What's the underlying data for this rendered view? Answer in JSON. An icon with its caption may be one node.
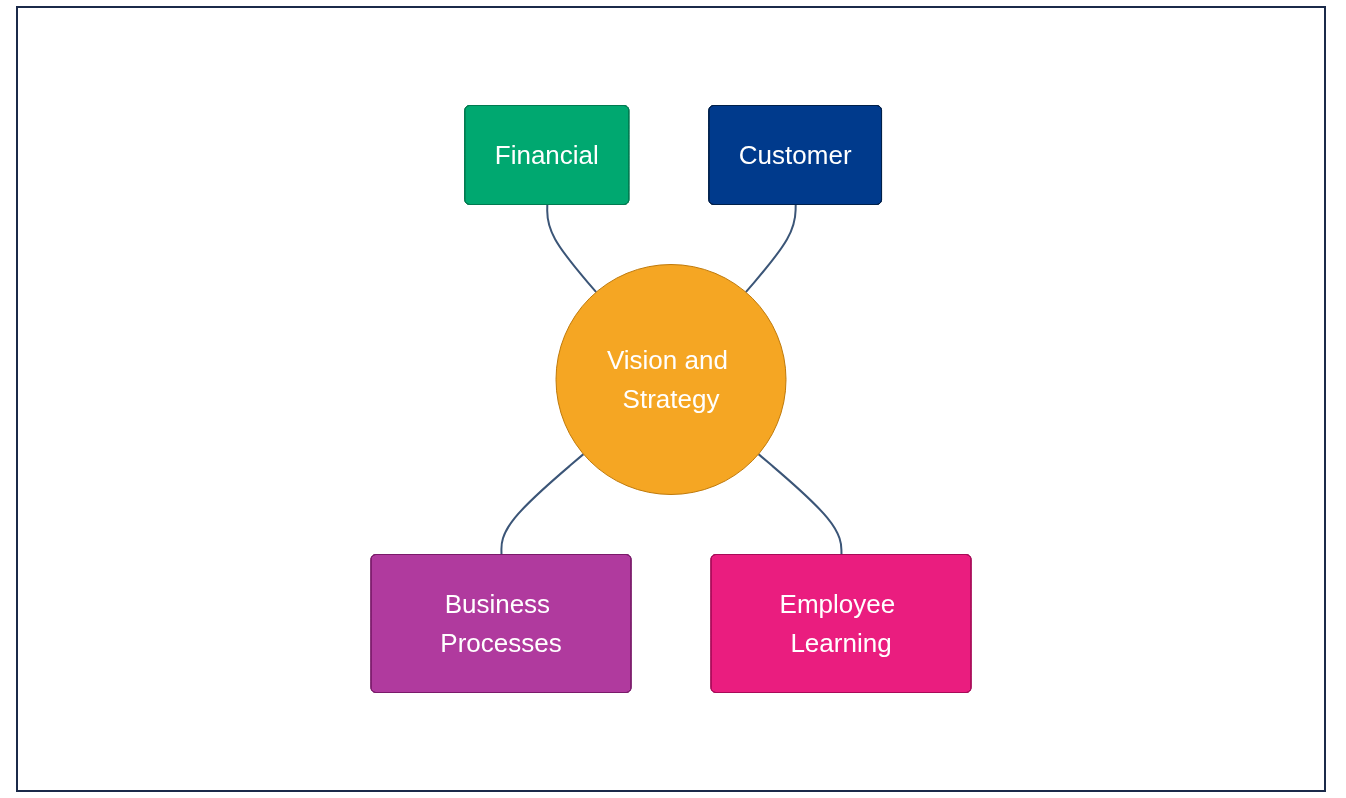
{
  "diagram": {
    "nodes": [
      {
        "text": [
          "Financial"
        ]
      },
      {
        "text": [
          "Customer"
        ]
      },
      {
        "text": [
          "Vision and Strategy"
        ]
      },
      {
        "text": [
          "Business Processes"
        ]
      },
      {
        "text": [
          "Employee Learning"
        ]
      }
    ],
    "edges": [
      {
        "from": 0,
        "to": 2,
        "arrow": "none"
      },
      {
        "from": 1,
        "to": 2,
        "arrow": "none"
      },
      {
        "from": 2,
        "to": 3,
        "arrow": "none"
      },
      {
        "from": 2,
        "to": 4,
        "arrow": "none"
      }
    ]
  }
}
